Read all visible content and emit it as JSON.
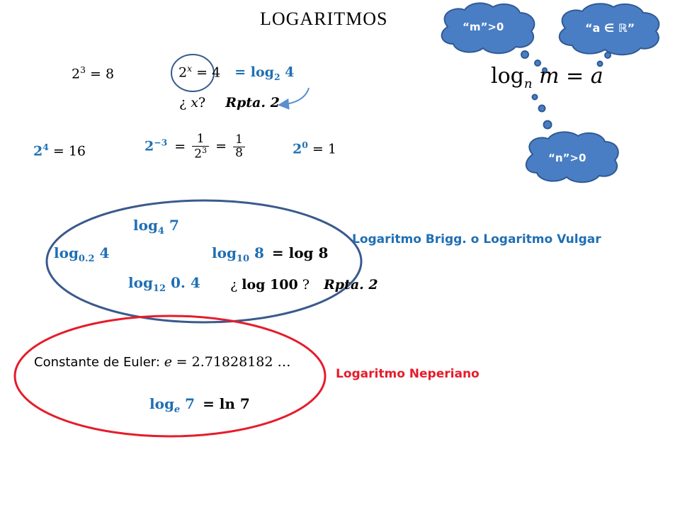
{
  "title": "LOGARITMOS",
  "colors": {
    "blue_text": "#1f6fb4",
    "red_text": "#e51c2b",
    "cloud_fill": "#4a7ec4",
    "cloud_stroke": "#2f5a94",
    "ellipse_blue": "#3a5a8c",
    "ellipse_red": "#e51c2b"
  },
  "eq1": {
    "base": "2",
    "exp": "3",
    "rhs": "= 8"
  },
  "eq2": {
    "base": "2",
    "exp": "x",
    "rhs": "= 4",
    "log": "= log",
    "log_base": "2",
    "log_arg": "4"
  },
  "question": {
    "open": "¿",
    "var": "x",
    "close": "?",
    "answer": "Rpta. 2"
  },
  "eq3": {
    "base": "2",
    "exp": "4",
    "rhs": "= 16"
  },
  "eq4": {
    "base": "2",
    "exp": "−3",
    "eq": "=",
    "f1_num": "1",
    "f1_den_base": "2",
    "f1_den_exp": "3",
    "eq2": "=",
    "f2_num": "1",
    "f2_den": "8"
  },
  "eq5": {
    "base": "2",
    "exp": "0",
    "rhs": "= 1"
  },
  "definition": {
    "log": "log",
    "sub": "n",
    "arg": "m",
    "eq": "= a"
  },
  "clouds": {
    "m": "“m”>0",
    "a": "“a ∈ ℝ”",
    "n": "“n”>0"
  },
  "brigg_group": {
    "log4": {
      "log": "log",
      "sub": "4",
      "arg": "7"
    },
    "log02": {
      "log": "log",
      "sub": "0.2",
      "arg": "4"
    },
    "log10": {
      "log": "log",
      "sub": "10",
      "arg": "8",
      "eq": "= log 8"
    },
    "log12": {
      "log": "log",
      "sub": "12",
      "arg": "0. 4"
    },
    "question": {
      "open": "¿",
      "expr": "log 100",
      "close": "?",
      "answer": "Rpta. 2"
    }
  },
  "brigg_label": "Logaritmo Brigg. o Logaritmo Vulgar",
  "euler": {
    "label": "Constante de Euler:",
    "var": "e",
    "value": "= 2.71828182 …"
  },
  "ln": {
    "log": "log",
    "sub": "e",
    "arg": "7",
    "eq": "= ln 7"
  },
  "neper_label": "Logaritmo Neperiano"
}
